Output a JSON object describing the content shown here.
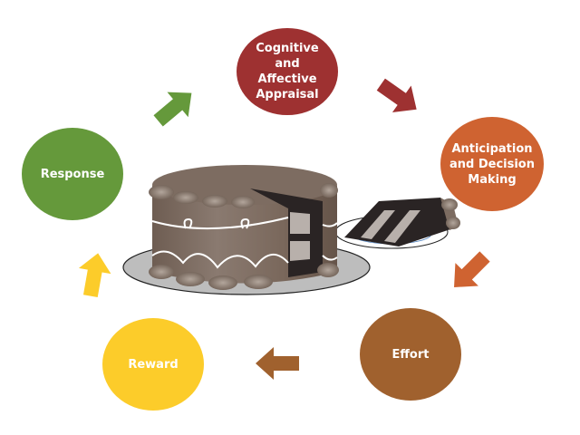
{
  "diagram": {
    "type": "cycle",
    "center_image": "chocolate-layer-cake-with-slice",
    "nodes": [
      {
        "id": "cognitive",
        "lines": [
          "Cognitive",
          "and",
          "Affective",
          "Appraisal"
        ],
        "color": "#9e3131"
      },
      {
        "id": "anticipation",
        "lines": [
          "Anticipation",
          "and Decision",
          "Making"
        ],
        "color": "#cf6331"
      },
      {
        "id": "effort",
        "lines": [
          "Effort"
        ],
        "color": "#a0612e"
      },
      {
        "id": "reward",
        "lines": [
          "Reward"
        ],
        "color": "#fccc2a"
      },
      {
        "id": "response",
        "lines": [
          "Response"
        ],
        "color": "#65993b"
      }
    ],
    "arrows": [
      {
        "from": "response",
        "to": "cognitive",
        "color": "#65993b"
      },
      {
        "from": "cognitive",
        "to": "anticipation",
        "color": "#9e3131"
      },
      {
        "from": "anticipation",
        "to": "effort",
        "color": "#cf6331"
      },
      {
        "from": "effort",
        "to": "reward",
        "color": "#a0612e"
      },
      {
        "from": "reward",
        "to": "response",
        "color": "#fccc2a"
      }
    ]
  }
}
